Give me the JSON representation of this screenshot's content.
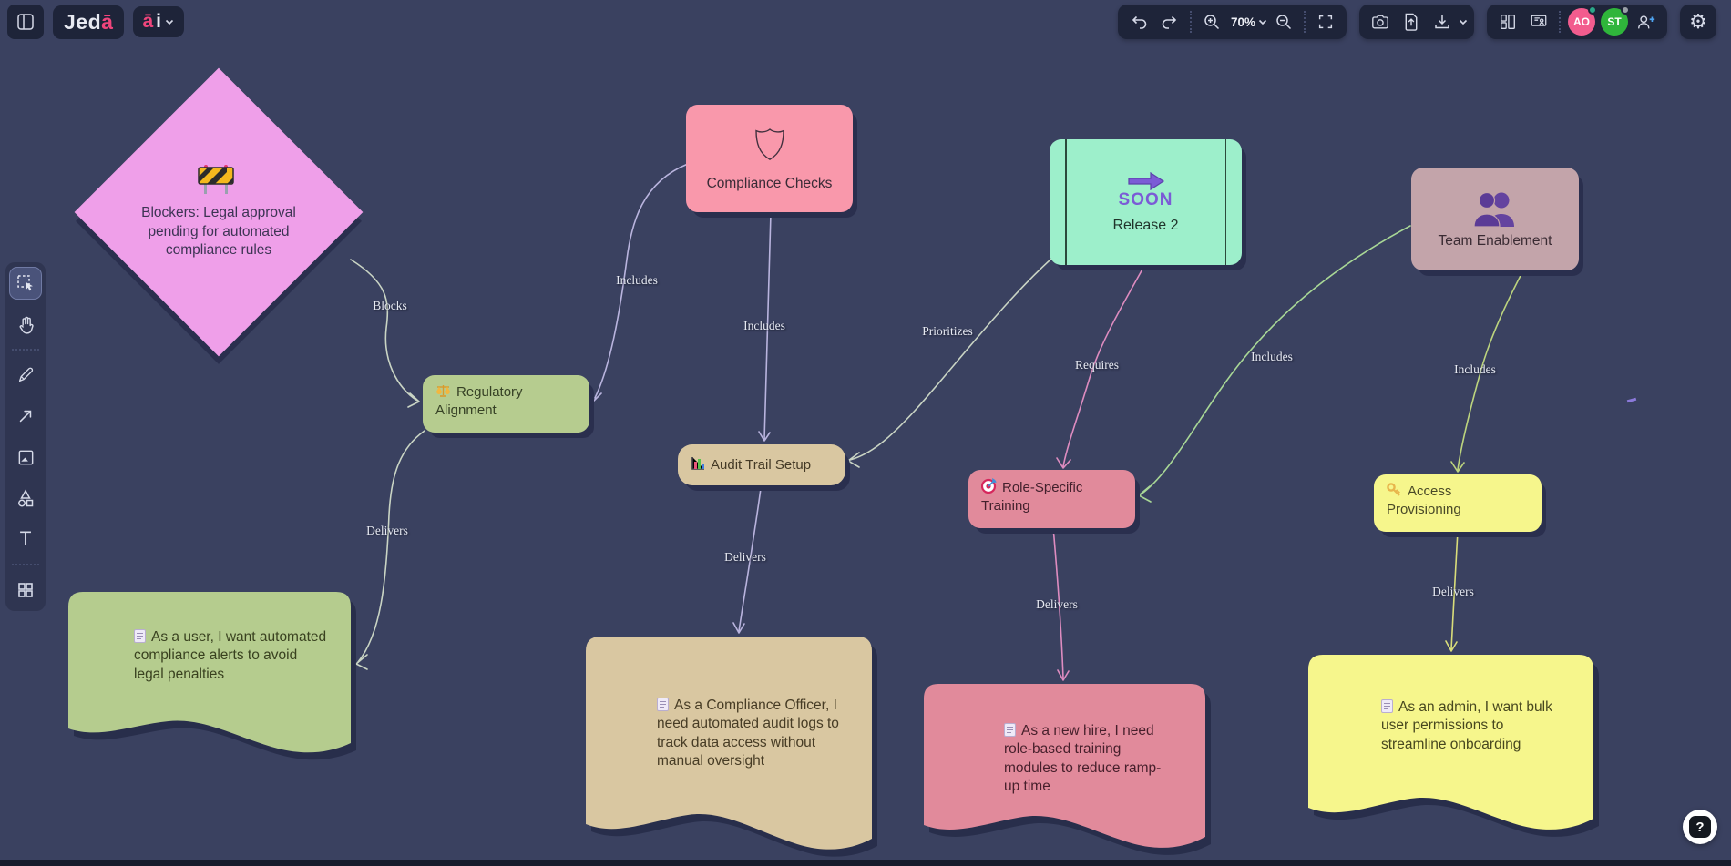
{
  "app_title": "Jeda.ai whiteboard",
  "topbar": {
    "logo_main": "Jed",
    "logo_accent": "ā",
    "ai_accent": "ā",
    "ai_rest": "i",
    "zoom_level": "70%",
    "avatars": [
      {
        "initials": "AO",
        "color": "#f25c8e",
        "status_color": "#2aa889"
      },
      {
        "initials": "ST",
        "color": "#2fb53b",
        "status_color": "#9aa0a8"
      }
    ]
  },
  "sidebar": {
    "tools": [
      {
        "name": "select",
        "active": true
      },
      {
        "name": "hand",
        "active": false
      },
      {
        "name": "pen",
        "active": false
      },
      {
        "name": "connector",
        "active": false
      },
      {
        "name": "image",
        "active": false
      },
      {
        "name": "shapes",
        "active": false
      },
      {
        "name": "text",
        "active": false,
        "glyph": "T"
      },
      {
        "name": "templates",
        "active": false
      }
    ]
  },
  "canvas": {
    "nodes": [
      {
        "id": "blockers-diamond",
        "shape": "diamond",
        "color": "#ef9fe9",
        "icon": "barrier-emoji",
        "label": "Blockers: Legal approval pending for automated compliance rules"
      },
      {
        "id": "compliance-checks",
        "shape": "rounded-rect",
        "color": "#f998ab",
        "icon": "shield-icon",
        "label": "Compliance Checks"
      },
      {
        "id": "release-2",
        "shape": "process-rect",
        "color": "#9defcb",
        "icon": "soon-emoji",
        "soon_text": "SOON",
        "label": "Release 2"
      },
      {
        "id": "team-enablement",
        "shape": "rounded-rect",
        "color": "#c3a4aa",
        "icon": "people-emoji",
        "label": "Team Enablement"
      },
      {
        "id": "regulatory-alignment",
        "shape": "rounded-rect",
        "color": "#b6cc8f",
        "icon": "scales-emoji",
        "label": "Regulatory Alignment"
      },
      {
        "id": "audit-trail-setup",
        "shape": "rounded-rect",
        "color": "#d9c7a1",
        "icon": "bar-chart-emoji",
        "label": "Audit Trail Setup"
      },
      {
        "id": "role-specific-training",
        "shape": "rounded-rect",
        "color": "#e18a9b",
        "icon": "target-emoji",
        "label": "Role-Specific Training"
      },
      {
        "id": "access-provisioning",
        "shape": "rounded-rect",
        "color": "#f6f68c",
        "icon": "key-emoji",
        "label": "Access Provisioning"
      },
      {
        "id": "note-user-story",
        "shape": "wavy-note",
        "color": "#b5cc8e",
        "icon": "document-emoji",
        "label": "As a user, I want automated compliance alerts to avoid legal penalties"
      },
      {
        "id": "note-compliance-officer",
        "shape": "wavy-note",
        "color": "#d9c7a1",
        "icon": "document-emoji",
        "label": "As a Compliance Officer, I need automated audit logs to track data access without manual oversight"
      },
      {
        "id": "note-new-hire",
        "shape": "wavy-note",
        "color": "#e18a9b",
        "icon": "document-emoji",
        "label": "As a new hire, I need role-based training modules to reduce ramp-up time"
      },
      {
        "id": "note-admin",
        "shape": "wavy-note",
        "color": "#f6f68c",
        "icon": "document-emoji",
        "label": "As an admin, I want bulk user permissions to streamline onboarding"
      }
    ],
    "edges": [
      {
        "from": "blockers-diamond",
        "to": "regulatory-alignment",
        "label": "Blocks",
        "color": "#c9d4c4"
      },
      {
        "from": "regulatory-alignment",
        "to": "note-user-story",
        "label": "Delivers",
        "color": "#c9d4c4"
      },
      {
        "from": "compliance-checks",
        "to": "regulatory-alignment",
        "label": "Includes",
        "color": "#b9b4de"
      },
      {
        "from": "compliance-checks",
        "to": "audit-trail-setup",
        "label": "Includes",
        "color": "#b9b4de"
      },
      {
        "from": "release-2",
        "to": "audit-trail-setup",
        "label": "Prioritizes",
        "color": "#c9d4c4"
      },
      {
        "from": "release-2",
        "to": "role-specific-training",
        "label": "Requires",
        "color": "#de8cc0"
      },
      {
        "from": "team-enablement",
        "to": "role-specific-training",
        "label": "Includes",
        "color": "#a8d796"
      },
      {
        "from": "team-enablement",
        "to": "access-provisioning",
        "label": "Includes",
        "color": "#bcd47e"
      },
      {
        "from": "audit-trail-setup",
        "to": "note-compliance-officer",
        "label": "Delivers",
        "color": "#b9b4de"
      },
      {
        "from": "role-specific-training",
        "to": "note-new-hire",
        "label": "Delivers",
        "color": "#de8cc0"
      },
      {
        "from": "access-provisioning",
        "to": "note-admin",
        "label": "Delivers",
        "color": "#d9dd7a"
      }
    ]
  },
  "help": {
    "label": "?"
  }
}
